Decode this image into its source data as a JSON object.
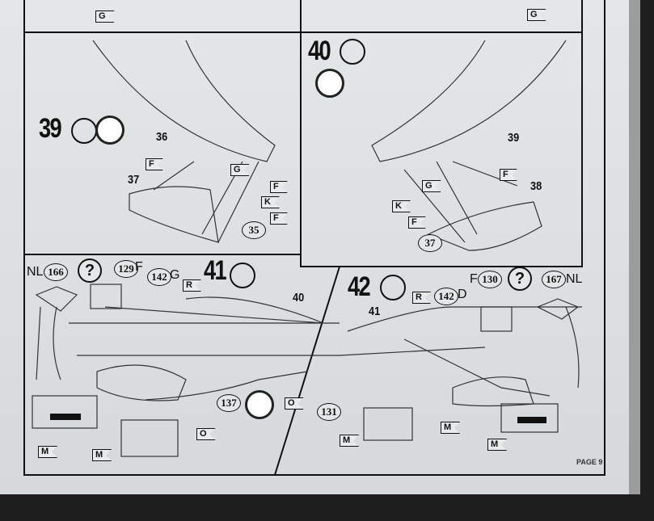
{
  "top": {
    "flag_left": "G",
    "flag_right": "G"
  },
  "step39": {
    "number": "39",
    "parts": [
      "36",
      "37",
      "35"
    ],
    "flags": [
      "F",
      "G",
      "F",
      "K",
      "F"
    ]
  },
  "step40": {
    "number": "40",
    "parts": [
      "39",
      "38",
      "37"
    ],
    "flags": [
      "F",
      "G",
      "K",
      "F"
    ]
  },
  "step41": {
    "number": "41",
    "nl": "NL",
    "part_nl": "166",
    "question": "?",
    "part_f": "129",
    "f": "F",
    "part_g": "142",
    "g": "G",
    "flag_r": "R",
    "part_40": "40",
    "part_137": "137",
    "flags_o": [
      "O",
      "O"
    ],
    "flags_m": [
      "M",
      "M"
    ]
  },
  "step42": {
    "number": "42",
    "flag_r": "R",
    "part_142": "142",
    "d": "D",
    "part_41": "41",
    "f": "F",
    "part_f": "130",
    "question": "?",
    "part_nl": "167",
    "nl": "NL",
    "part_131": "131",
    "flags_m": [
      "M",
      "M",
      "M"
    ]
  },
  "footer": {
    "page": "PAGE 9"
  }
}
